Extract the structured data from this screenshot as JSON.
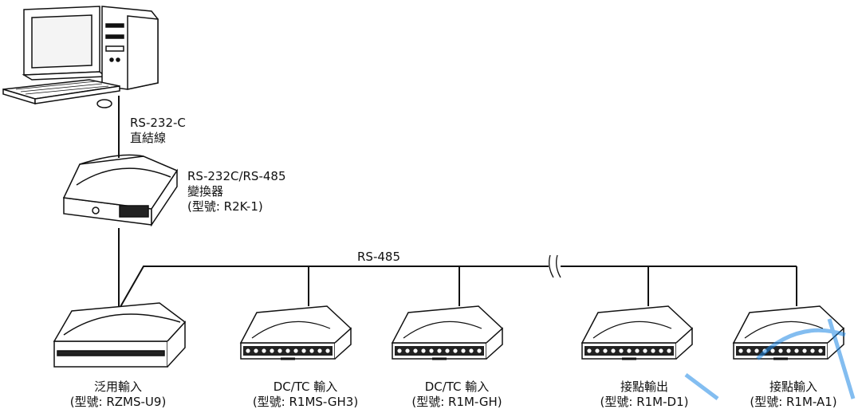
{
  "cable": {
    "line1": "RS-232-C",
    "line2": "直結線"
  },
  "converter": {
    "line1": "RS-232C/RS-485",
    "line2": "變換器",
    "line3": "(型號: R2K-1)"
  },
  "bus": {
    "label": "RS-485"
  },
  "modules": [
    {
      "line1": "泛用輸入",
      "line2": "(型號: RZMS-U9)"
    },
    {
      "line1": "DC/TC 輸入",
      "line2": "(型號: R1MS-GH3)"
    },
    {
      "line1": "DC/TC 輸入",
      "line2": "(型號: R1M-GH)"
    },
    {
      "line1": "接點輸出",
      "line2": "(型號: R1M-D1)"
    },
    {
      "line1": "接點輸入",
      "line2": "(型號: R1M-A1)"
    }
  ],
  "colors": {
    "line": "#111111",
    "watermark": "#1e88e5"
  }
}
